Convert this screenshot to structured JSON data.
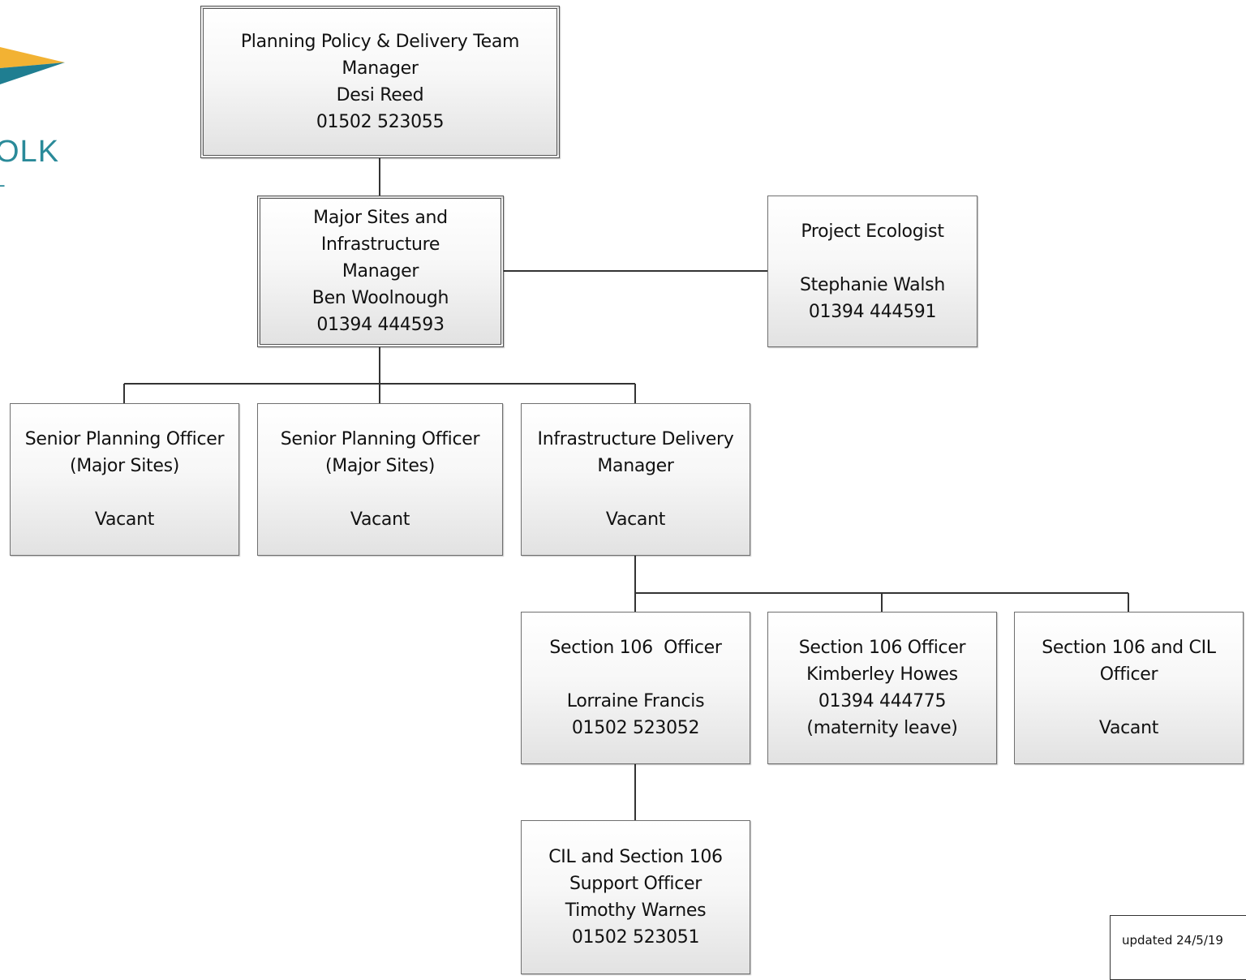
{
  "logo": {
    "text": "OLK",
    "sub": "L",
    "colors": {
      "gold": "#f2b233",
      "teal": "#2a8a99"
    }
  },
  "boxes": {
    "manager": {
      "role": "Planning Policy & Delivery Team",
      "role2": "Manager",
      "name": "Desi Reed",
      "phone": "01502 523055"
    },
    "major_sites": {
      "role": "Major Sites and",
      "role2": "Infrastructure",
      "role3": "Manager",
      "name": "Ben Woolnough",
      "phone": "01394 444593"
    },
    "ecologist": {
      "role": "Project Ecologist",
      "name": "Stephanie Walsh",
      "phone": "01394 444591"
    },
    "senior1": {
      "role": "Senior Planning Officer",
      "role2": "(Major Sites)",
      "status": "Vacant"
    },
    "senior2": {
      "role": "Senior Planning Officer",
      "role2": "(Major Sites)",
      "status": "Vacant"
    },
    "infra_delivery": {
      "role": "Infrastructure Delivery",
      "role2": "Manager",
      "status": "Vacant"
    },
    "s106_officer": {
      "role": "Section 106  Officer",
      "name": "Lorraine Francis",
      "phone": "01502 523052"
    },
    "s106_officer2": {
      "role": "Section 106 Officer",
      "name": "Kimberley Howes",
      "phone": "01394 444775",
      "note": "(maternity leave)"
    },
    "s106_cil": {
      "role": "Section 106 and CIL",
      "role2": "Officer",
      "status": "Vacant"
    },
    "cil_support": {
      "role": "CIL and Section 106",
      "role2": "Support Officer",
      "name": "Timothy Warnes",
      "phone": "01502 523051"
    }
  },
  "updated": "updated 24/5/19"
}
